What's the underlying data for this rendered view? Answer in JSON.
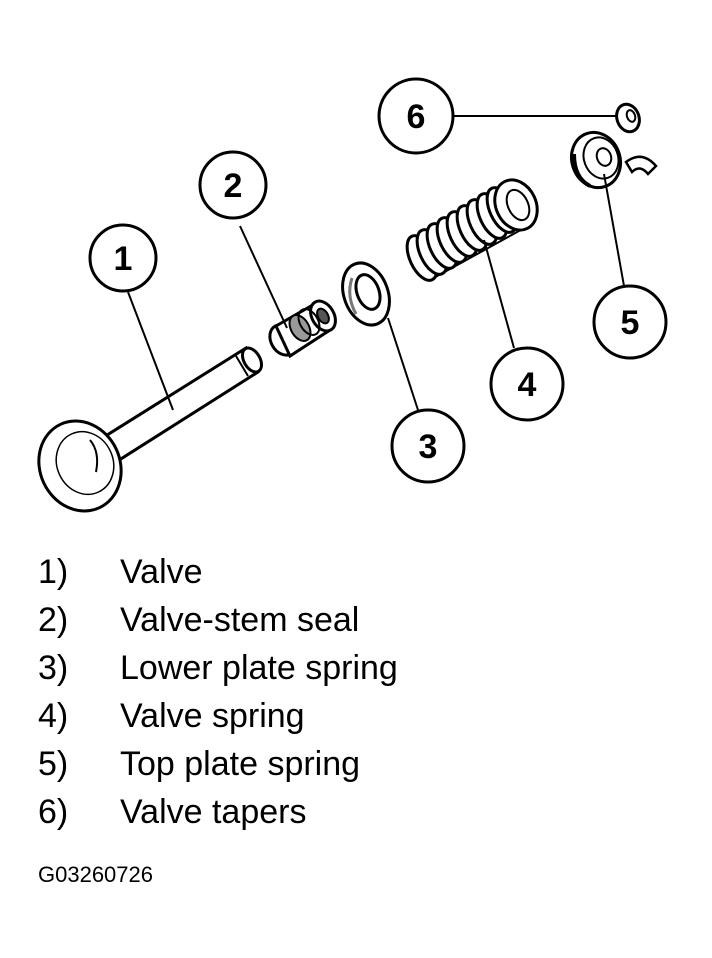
{
  "callouts": [
    "1",
    "2",
    "3",
    "4",
    "5",
    "6"
  ],
  "legend": [
    {
      "num": "1)",
      "label": "Valve"
    },
    {
      "num": "2)",
      "label": "Valve-stem seal"
    },
    {
      "num": "3)",
      "label": "Lower plate spring"
    },
    {
      "num": "4)",
      "label": "Valve spring"
    },
    {
      "num": "5)",
      "label": "Top plate spring"
    },
    {
      "num": "6)",
      "label": "Valve tapers"
    }
  ],
  "figure_code": "G03260726"
}
